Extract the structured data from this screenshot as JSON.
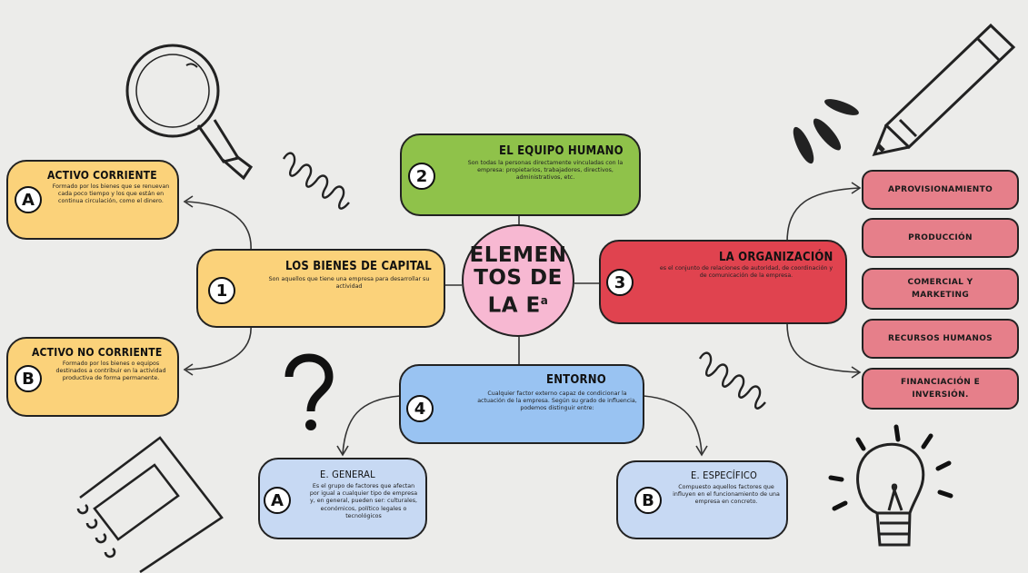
{
  "center": {
    "line1": "ELEMEN",
    "line2": "TOS DE",
    "line3": "LA E",
    "sup": "a"
  },
  "equipo": {
    "number": "2",
    "title": "EL EQUIPO HUMANO",
    "desc": "Son todas la personas directamente vinculadas con la empresa: propietarios, trabajadores, directivos, administrativos, etc."
  },
  "bienes": {
    "number": "1",
    "title": "LOS BIENES DE CAPITAL",
    "desc": "Son aquellos que tiene una empresa para desarrollar su actividad"
  },
  "activo_corriente": {
    "letter": "A",
    "title": "ACTIVO CORRIENTE",
    "desc": "Formado por los bienes que se renuevan cada poco tiempo y los que están en continua circulación, como el dinero."
  },
  "activo_no_corriente": {
    "letter": "B",
    "title": "ACTIVO NO CORRIENTE",
    "desc": "Formado por los bienes o equipos destinados a contribuir en la actividad productiva de forma permanente."
  },
  "organizacion": {
    "number": "3",
    "title": "LA ORGANIZACIÓN",
    "desc": "es el conjunto de relaciones de autoridad, de coordinación y de comunicación de la empresa."
  },
  "areas": [
    "APROVISIONAMIENTO",
    "PRODUCCIÓN",
    "COMERCIAL Y MARKETING",
    "RECURSOS HUMANOS",
    "FINANCIACIÓN E INVERSIÓN."
  ],
  "entorno": {
    "number": "4",
    "title": "ENTORNO",
    "desc": "Cualquier factor externo capaz de condicionar la actuación de la empresa. Según su grado de influencia, podemos distinguir entre:"
  },
  "general": {
    "letter": "A",
    "title": "E. GENERAL",
    "desc": "Es el grupo de factores que afectan por igual a cualquier tipo de empresa y, en general, pueden ser: culturales, económicos, político legales o tecnológicos"
  },
  "especifico": {
    "letter": "B",
    "title": "E. ESPECÍFICO",
    "desc": "Compuesto aquellos factores que influyen en el funcionamiento de una empresa en concreto."
  },
  "colors": {
    "green": "#8fc24a",
    "yellow": "#fbd27a",
    "red": "#e0434f",
    "pink": "#e67f8a",
    "blue": "#99c3f2",
    "center": "#f7b8d2"
  }
}
